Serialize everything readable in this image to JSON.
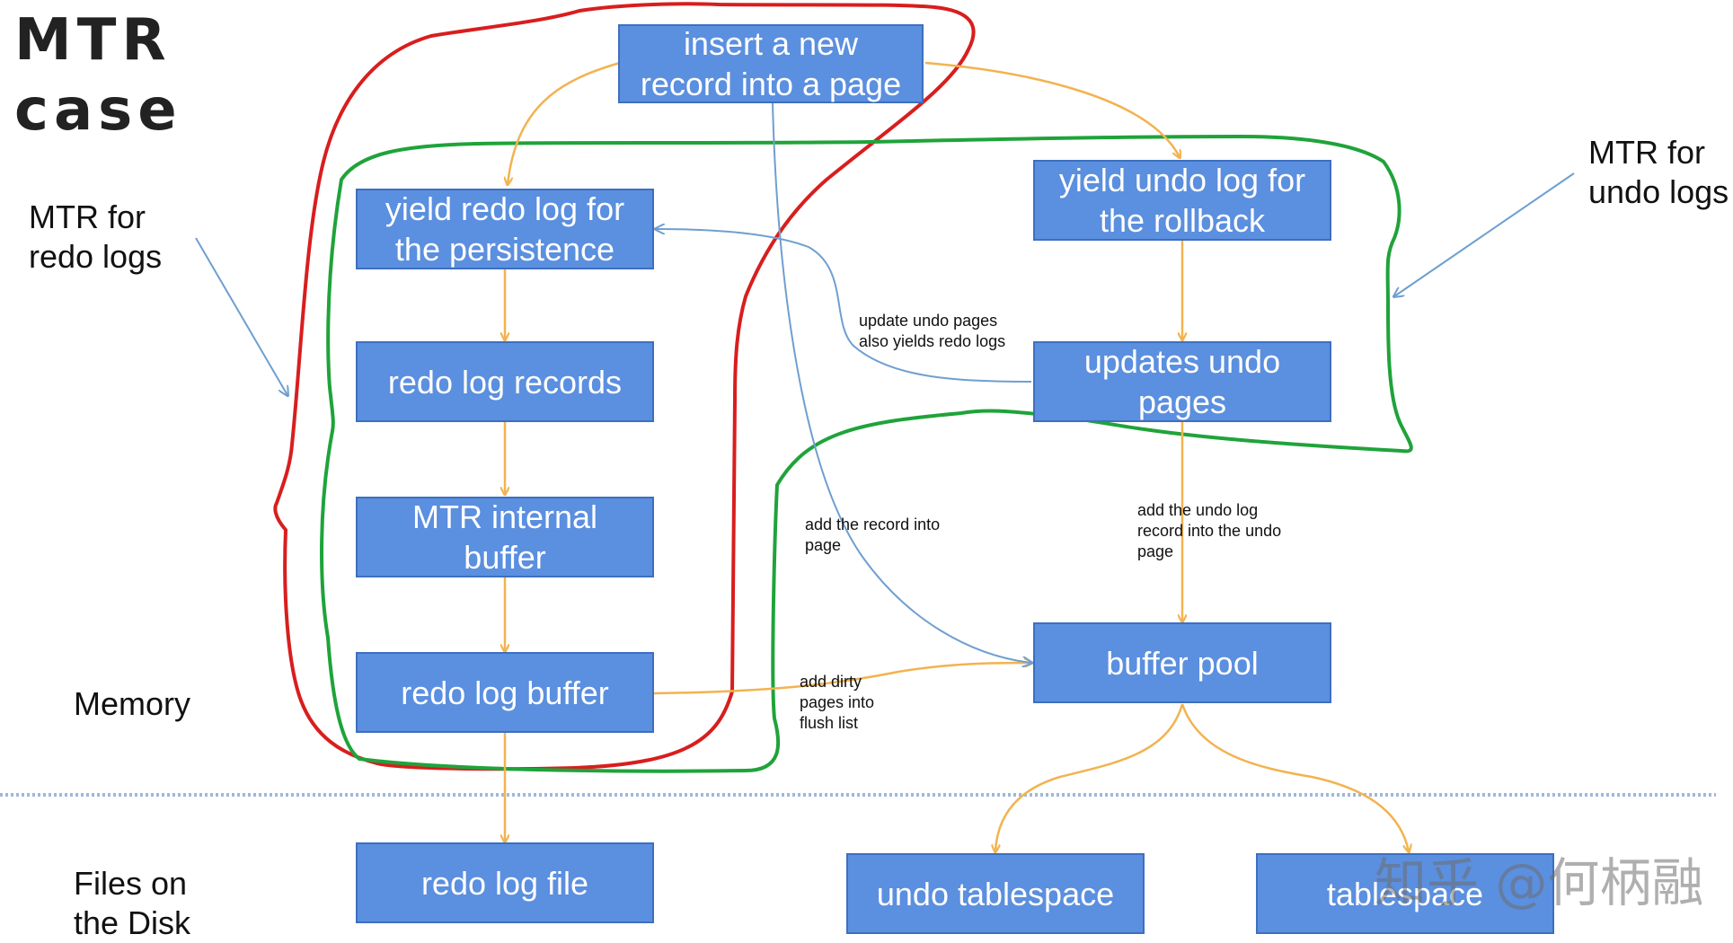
{
  "title": [
    "MTR",
    "case"
  ],
  "side_labels": {
    "mtr_redo": [
      "MTR for",
      "redo logs"
    ],
    "mtr_undo": [
      "MTR for",
      "undo logs"
    ],
    "memory": "Memory",
    "disk": [
      "Files on",
      "the Disk"
    ]
  },
  "boxes": {
    "insert_record": [
      "insert a new",
      "record into a page"
    ],
    "yield_redo": [
      "yield redo log for",
      "the persistence"
    ],
    "redo_records": [
      "redo log records"
    ],
    "mtr_buffer": [
      "MTR internal",
      "buffer"
    ],
    "redo_buffer": [
      "redo log buffer"
    ],
    "redo_file": [
      "redo log file"
    ],
    "yield_undo": [
      "yield undo log for",
      "the rollback"
    ],
    "updates_undo": [
      "updates undo",
      "pages"
    ],
    "buffer_pool": [
      "buffer pool"
    ],
    "undo_tablespace": [
      "undo tablespace"
    ],
    "tablespace": [
      "tablespace"
    ]
  },
  "edge_labels": {
    "update_undo": [
      "update undo pages",
      "also yields redo logs"
    ],
    "add_record": [
      "add the record into",
      "page"
    ],
    "add_undo": [
      "add the undo log",
      "record into the undo",
      "page"
    ],
    "add_dirty": [
      "add dirty",
      "pages into",
      "flush list"
    ]
  },
  "watermark": "知乎 @何柄融",
  "colors": {
    "box_fill": "#5b8fdf",
    "box_border": "#3d6fbf",
    "flow_arrow": "#f2b350",
    "pointer_arrow": "#6f9fd0",
    "mtr_redo_outline": "#d81e1e",
    "mtr_undo_outline": "#1fa33a",
    "divider": "#9fb7dd"
  }
}
